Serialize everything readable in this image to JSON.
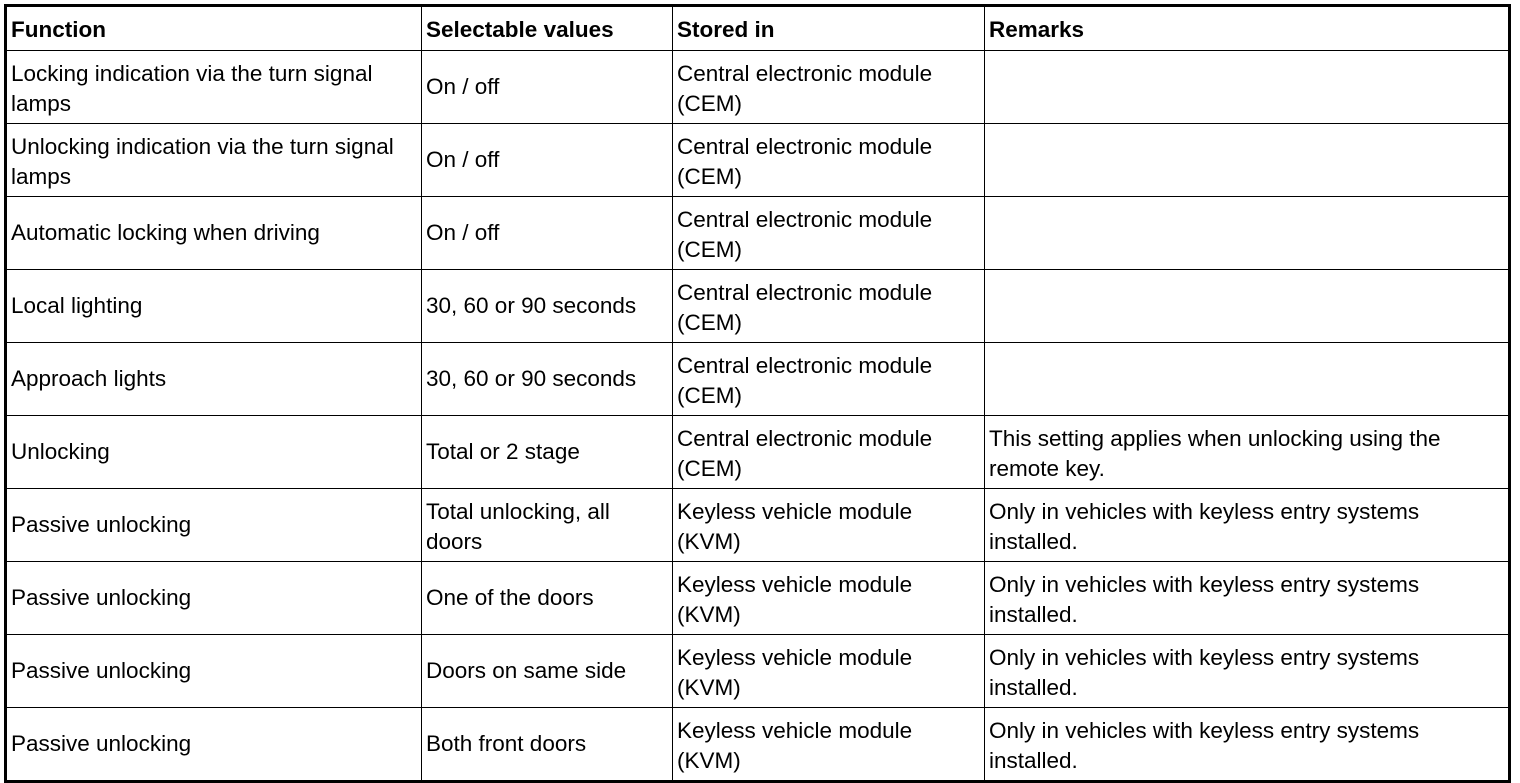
{
  "table": {
    "headers": [
      "Function",
      "Selectable values",
      "Stored in",
      "Remarks"
    ],
    "rows": [
      [
        "Locking indication via the turn signal lamps",
        "On / off",
        "Central electronic module (CEM)",
        ""
      ],
      [
        "Unlocking indication via the turn signal lamps",
        "On / off",
        "Central electronic module (CEM)",
        ""
      ],
      [
        "Automatic locking when driving",
        "On / off",
        "Central electronic module (CEM)",
        ""
      ],
      [
        "Local lighting",
        "30, 60 or 90 seconds",
        "Central electronic module (CEM)",
        ""
      ],
      [
        "Approach lights",
        "30, 60 or 90 seconds",
        "Central electronic module (CEM)",
        ""
      ],
      [
        "Unlocking",
        "Total or 2 stage",
        "Central electronic module (CEM)",
        "This setting applies when unlocking using the remote key."
      ],
      [
        "Passive unlocking",
        "Total unlocking, all doors",
        "Keyless vehicle module (KVM)",
        "Only in vehicles with keyless entry systems installed."
      ],
      [
        "Passive unlocking",
        "One of the doors",
        "Keyless vehicle module (KVM)",
        "Only in vehicles with keyless entry systems installed."
      ],
      [
        "Passive unlocking",
        "Doors on same side",
        "Keyless vehicle module (KVM)",
        "Only in vehicles with keyless entry systems installed."
      ],
      [
        "Passive unlocking",
        "Both front doors",
        "Keyless vehicle module (KVM)",
        "Only in vehicles with keyless entry systems installed."
      ]
    ]
  }
}
